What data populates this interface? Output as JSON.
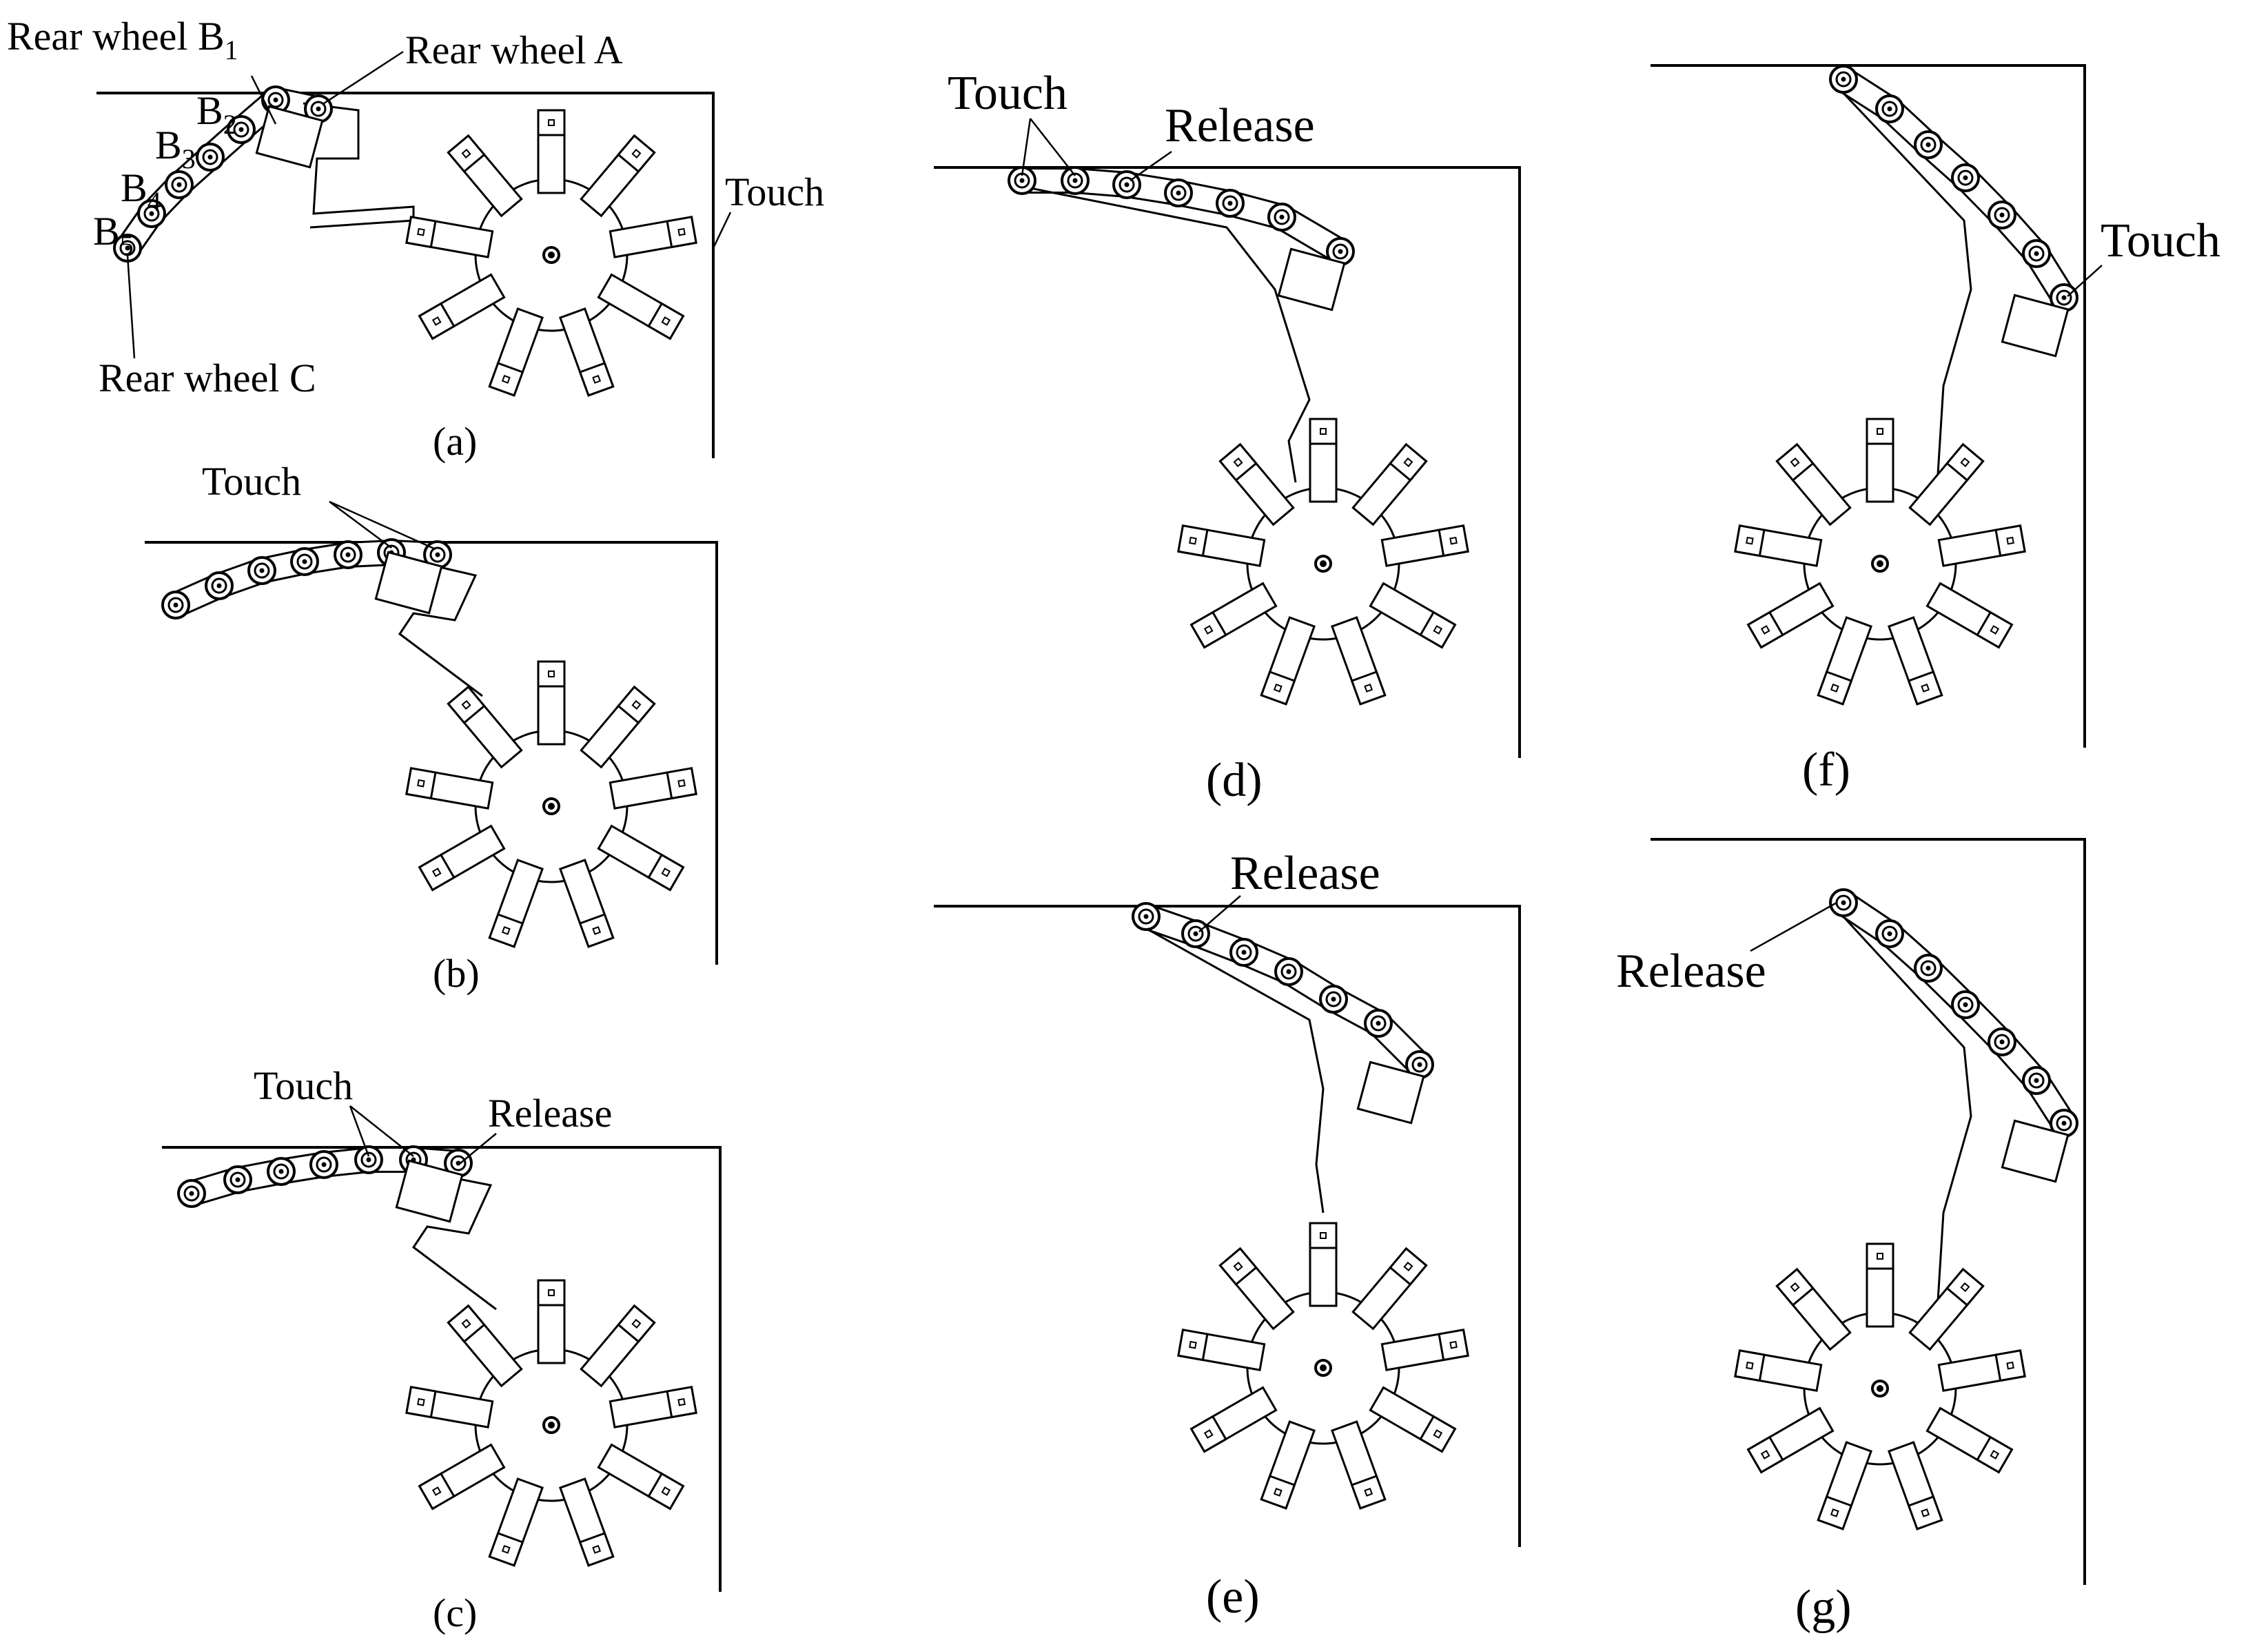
{
  "panels": [
    {
      "id": "a",
      "caption": "(a)",
      "labels": {
        "rear_wheel_b1": "Rear wheel B",
        "rear_wheel_b1_sub": "1",
        "rear_wheel_a": "Rear wheel A",
        "b2": "B",
        "b2_sub": "2",
        "b3": "B",
        "b3_sub": "3",
        "b4": "B",
        "b4_sub": "4",
        "b5": "B",
        "b5_sub": "5",
        "rear_wheel_c": "Rear wheel C",
        "touch": "Touch"
      }
    },
    {
      "id": "b",
      "caption": "(b)",
      "labels": {
        "touch": "Touch"
      }
    },
    {
      "id": "c",
      "caption": "(c)",
      "labels": {
        "touch": "Touch",
        "release": "Release"
      }
    },
    {
      "id": "d",
      "caption": "(d)",
      "labels": {
        "touch": "Touch",
        "release": "Release"
      }
    },
    {
      "id": "e",
      "caption": "(e)",
      "labels": {
        "release": "Release"
      }
    },
    {
      "id": "f",
      "caption": "(f)",
      "labels": {
        "touch": "Touch"
      }
    },
    {
      "id": "g",
      "caption": "(g)",
      "labels": {
        "release": "Release"
      }
    }
  ]
}
